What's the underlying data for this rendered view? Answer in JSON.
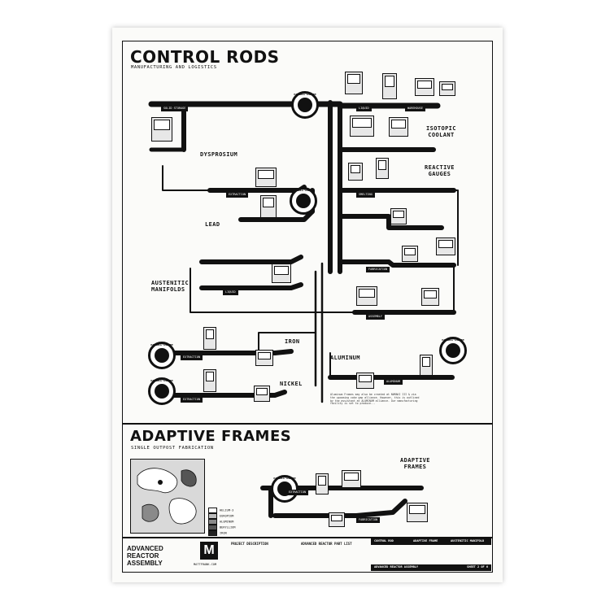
{
  "control_rods": {
    "title": "CONTROL RODS",
    "subtitle": "MANUFACTURING AND LOGISTICS",
    "labels": {
      "dysprosium": "DYSPROSIUM",
      "lead": "LEAD",
      "austenitic": "AUSTENITIC\nMANIFOLDS",
      "iron": "IRON",
      "nickel": "NICKEL",
      "aluminum": "ALUMINUM",
      "isotopic": "ISOTOPIC\nCOOLANT",
      "reactive": "REACTIVE\nGAUGES"
    },
    "note": "Aluminum Frames may also be created at NUMAKI III & via the upcoming coke gap alliance. However, this is outlined by the assistant at ALUMINUM alliance. Our manufacturing facility is set to produce..."
  },
  "adaptive_frames": {
    "title": "ADAPTIVE FRAMES",
    "subtitle": "SINGLE OUTPOST FABRICATION",
    "right_label": "ADAPTIVE\nFRAMES",
    "legend": [
      {
        "label": "HELIUM-3",
        "color": "#ffffff"
      },
      {
        "label": "EUROPIUM",
        "color": "#bdbdbd"
      },
      {
        "label": "ALUMINUM",
        "color": "#8a8a8a"
      },
      {
        "label": "BERYLLIUM",
        "color": "#555555"
      },
      {
        "label": "IRON",
        "color": "#222222"
      }
    ]
  },
  "footer": {
    "collection": "ADVANCED\nREACTOR\nASSEMBLY",
    "logo": "M",
    "brand": "MATTFRANK.COM",
    "sections": [
      "PROJECT DESCRIPTION",
      "ADVANCED REACTOR PART LIST"
    ],
    "tabs": [
      "CONTROL ROD",
      "ADAPTIVE FRAME",
      "AUSTENITIC MANIFOLD"
    ],
    "bottom_left": "ADVANCED REACTOR ASSEMBLY",
    "sheet": "SHEET 2 OF 6"
  },
  "icons": {
    "badges": [
      "numaki-badge",
      "numaki-badge",
      "numaki-badge",
      "numaki-badge",
      "numaki-badge",
      "numaki-badge"
    ]
  }
}
